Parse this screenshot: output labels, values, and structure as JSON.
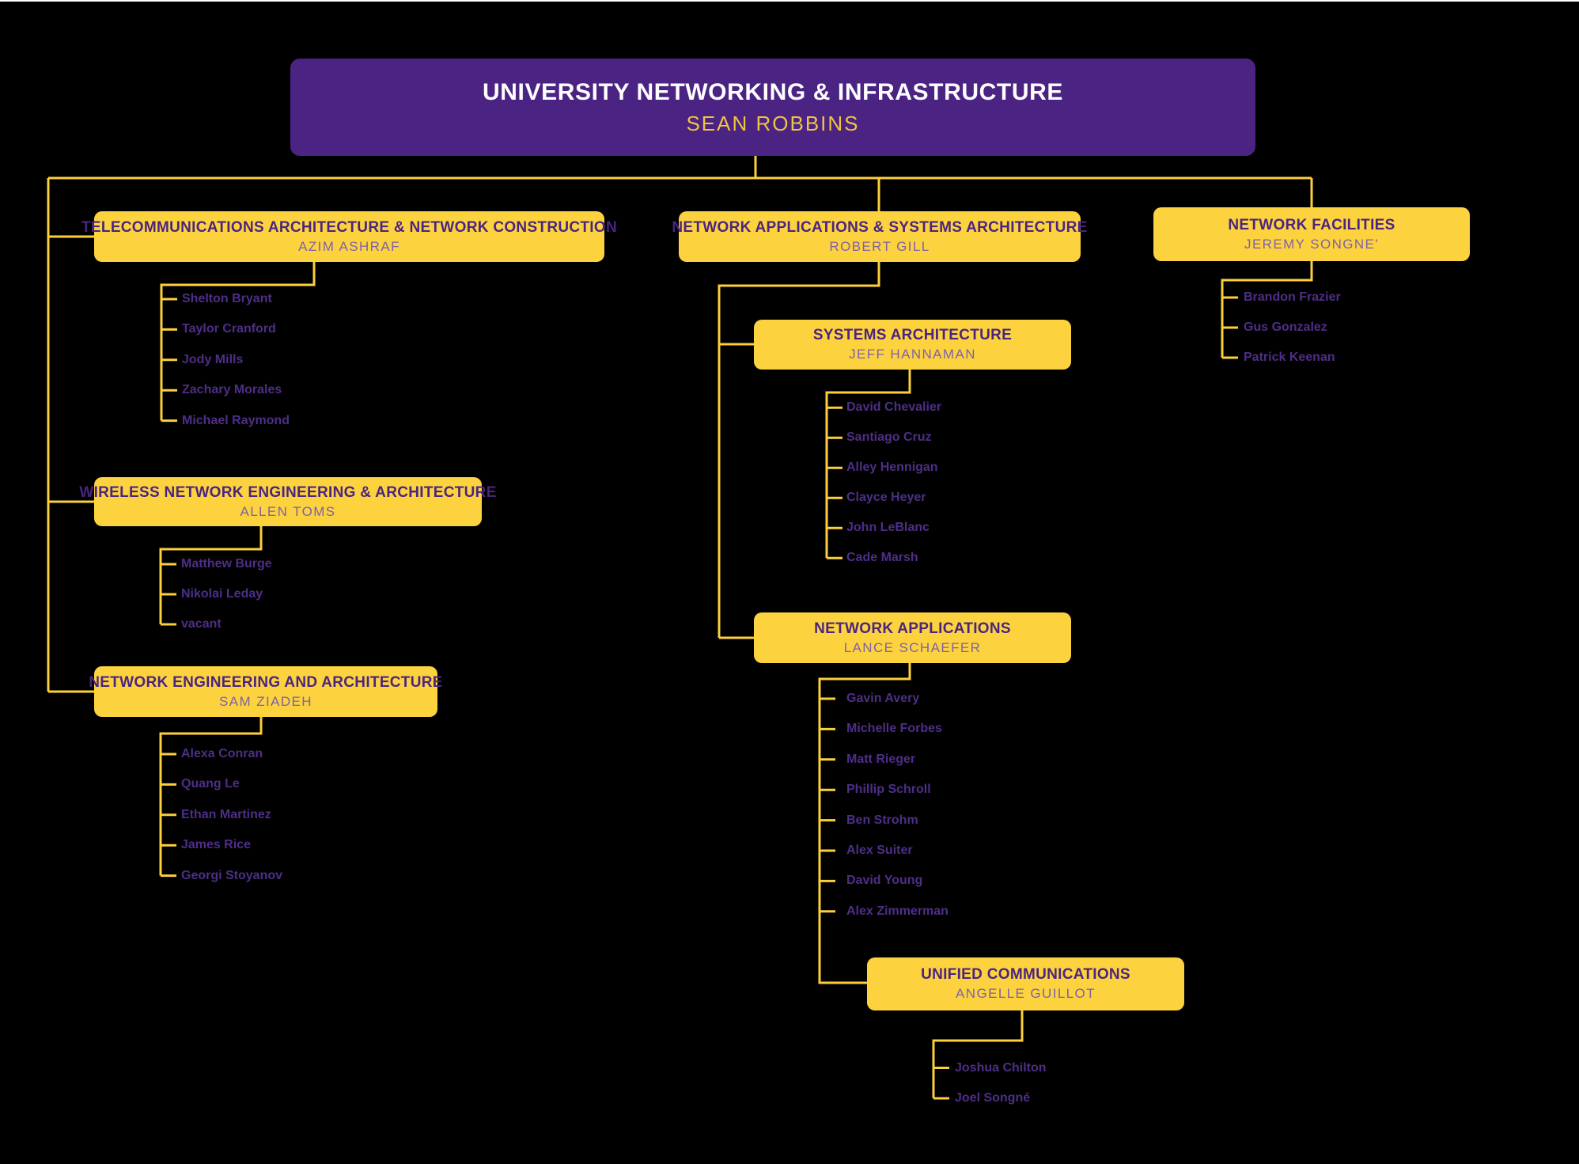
{
  "root": {
    "title": "UNIVERSITY NETWORKING & INFRASTRUCTURE",
    "manager": "SEAN ROBBINS"
  },
  "units": {
    "telecom": {
      "title": "TELECOMMUNICATIONS ARCHITECTURE & NETWORK CONSTRUCTION",
      "manager": "AZIM ASHRAF",
      "members": [
        "Shelton Bryant",
        "Taylor Cranford",
        "Jody Mills",
        "Zachary Morales",
        "Michael Raymond"
      ]
    },
    "wireless": {
      "title": "WIRELESS NETWORK ENGINEERING & ARCHITECTURE",
      "manager": "ALLEN TOMS",
      "members": [
        "Matthew Burge",
        "Nikolai Leday",
        "vacant"
      ]
    },
    "neteng": {
      "title": "NETWORK ENGINEERING AND ARCHITECTURE",
      "manager": "SAM ZIADEH",
      "members": [
        "Alexa Conran",
        "Quang Le",
        "Ethan Martinez",
        "James Rice",
        "Georgi Stoyanov"
      ]
    },
    "netapps_sys": {
      "title": "NETWORK APPLICATIONS & SYSTEMS ARCHITECTURE",
      "manager": "ROBERT GILL"
    },
    "sysarch": {
      "title": "SYSTEMS ARCHITECTURE",
      "manager": "JEFF HANNAMAN",
      "members": [
        "David Chevalier",
        "Santiago Cruz",
        "Alley Hennigan",
        "Clayce Heyer",
        "John LeBlanc",
        "Cade Marsh"
      ]
    },
    "netapps": {
      "title": "NETWORK APPLICATIONS",
      "manager": "LANCE SCHAEFER",
      "members": [
        "Gavin Avery",
        "Michelle Forbes",
        "Matt Rieger",
        "Phillip Schroll",
        "Ben Strohm",
        "Alex Suiter",
        "David Young",
        "Alex Zimmerman"
      ]
    },
    "unified": {
      "title": "UNIFIED COMMUNICATIONS",
      "manager": "ANGELLE GUILLOT",
      "members": [
        "Joshua Chilton",
        "Joel Songné"
      ]
    },
    "facilities": {
      "title": "NETWORK FACILITIES",
      "manager": "JEREMY SONGNE'",
      "members": [
        "Brandon Frazier",
        "Gus Gonzalez",
        "Patrick Keenan"
      ]
    }
  },
  "colors": {
    "background": "#000000",
    "root_box": "#4B2383",
    "unit_box": "#FDD23F",
    "connector_line": "#FCCF3B",
    "root_title_text": "#FFFFFF",
    "root_manager_text": "#EFC53F",
    "unit_title_text": "#4A2580",
    "unit_manager_text": "#7E62A8",
    "member_text": "#4E2E87",
    "top_edge": "#FFFFFF"
  }
}
